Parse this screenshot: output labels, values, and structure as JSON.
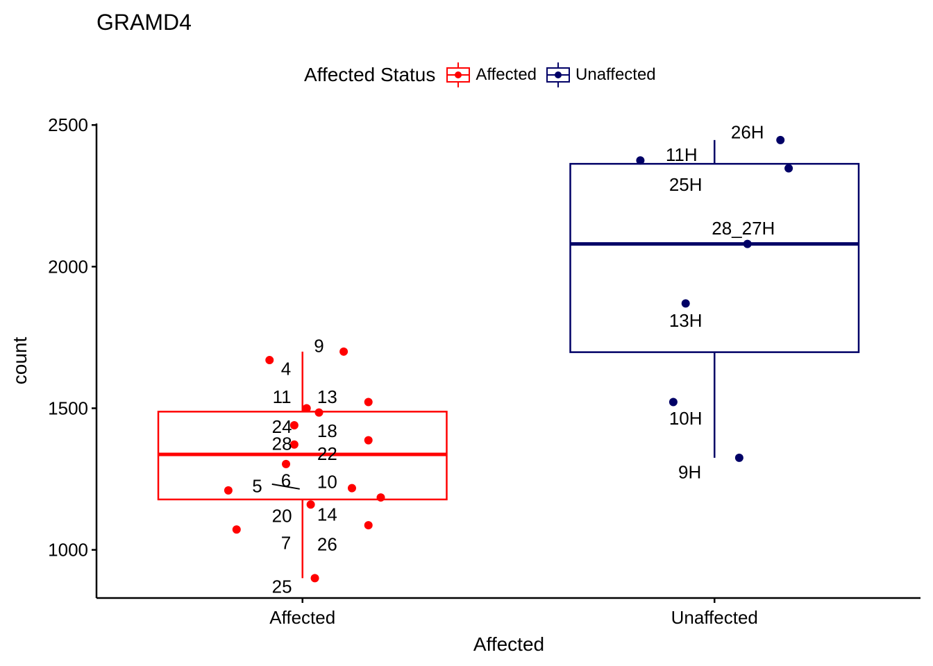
{
  "chart_data": {
    "type": "box",
    "title": "GRAMD4",
    "xlabel": "Affected",
    "ylabel": "count",
    "ylim": [
      830,
      2525
    ],
    "yticks": [
      1000,
      1500,
      2000,
      2500
    ],
    "categories": [
      "Affected",
      "Unaffected"
    ],
    "legend": {
      "title": "Affected Status",
      "placement": "top",
      "entries": [
        {
          "label": "Affected",
          "color": "#ff0000"
        },
        {
          "label": "Unaffected",
          "color": "#000066"
        }
      ]
    },
    "grid": false,
    "boxes": [
      {
        "category": "Affected",
        "color": "#ff0000",
        "whisker_low": 900,
        "q1": 1178,
        "median": 1337,
        "q3": 1488,
        "whisker_high": 1700
      },
      {
        "category": "Unaffected",
        "color": "#000066",
        "whisker_low": 1325,
        "q1": 1698,
        "median": 2080,
        "q3": 2363,
        "whisker_high": 2447
      }
    ],
    "points": [
      {
        "category": "Affected",
        "jitter": 0.1,
        "y": 1700
      },
      {
        "category": "Affected",
        "jitter": -0.08,
        "y": 1670
      },
      {
        "category": "Affected",
        "jitter": 0.16,
        "y": 1522
      },
      {
        "category": "Affected",
        "jitter": 0.01,
        "y": 1500
      },
      {
        "category": "Affected",
        "jitter": 0.04,
        "y": 1485
      },
      {
        "category": "Affected",
        "jitter": -0.02,
        "y": 1440
      },
      {
        "category": "Affected",
        "jitter": 0.16,
        "y": 1387
      },
      {
        "category": "Affected",
        "jitter": -0.02,
        "y": 1372
      },
      {
        "category": "Affected",
        "jitter": -0.04,
        "y": 1303
      },
      {
        "category": "Affected",
        "jitter": 0.12,
        "y": 1218
      },
      {
        "category": "Affected",
        "jitter": -0.18,
        "y": 1210
      },
      {
        "category": "Affected",
        "jitter": 0.19,
        "y": 1185
      },
      {
        "category": "Affected",
        "jitter": 0.02,
        "y": 1160
      },
      {
        "category": "Affected",
        "jitter": 0.16,
        "y": 1087
      },
      {
        "category": "Affected",
        "jitter": -0.16,
        "y": 1072
      },
      {
        "category": "Affected",
        "jitter": 0.03,
        "y": 900
      },
      {
        "category": "Unaffected",
        "jitter": -0.18,
        "y": 2375
      },
      {
        "category": "Unaffected",
        "jitter": 0.16,
        "y": 2447
      },
      {
        "category": "Unaffected",
        "jitter": 0.18,
        "y": 2347
      },
      {
        "category": "Unaffected",
        "jitter": 0.08,
        "y": 2080
      },
      {
        "category": "Unaffected",
        "jitter": -0.07,
        "y": 1870
      },
      {
        "category": "Unaffected",
        "jitter": -0.1,
        "y": 1522
      },
      {
        "category": "Unaffected",
        "jitter": 0.06,
        "y": 1325
      }
    ],
    "annotations": [
      {
        "text": "9",
        "category": "Affected",
        "xoff": 0.04,
        "y": 1720
      },
      {
        "text": "4",
        "category": "Affected",
        "xoff": -0.04,
        "y": 1640
      },
      {
        "text": "11",
        "category": "Affected",
        "xoff": -0.05,
        "y": 1540
      },
      {
        "text": "13",
        "category": "Affected",
        "xoff": 0.06,
        "y": 1540
      },
      {
        "text": "24",
        "category": "Affected",
        "xoff": -0.05,
        "y": 1435
      },
      {
        "text": "18",
        "category": "Affected",
        "xoff": 0.06,
        "y": 1420
      },
      {
        "text": "28",
        "category": "Affected",
        "xoff": -0.05,
        "y": 1375
      },
      {
        "text": "22",
        "category": "Affected",
        "xoff": 0.06,
        "y": 1340
      },
      {
        "text": "6",
        "category": "Affected",
        "xoff": -0.04,
        "y": 1245
      },
      {
        "text": "5",
        "category": "Affected",
        "xoff": -0.11,
        "y": 1225
      },
      {
        "text": "10",
        "category": "Affected",
        "xoff": 0.06,
        "y": 1240
      },
      {
        "text": "14",
        "category": "Affected",
        "xoff": 0.06,
        "y": 1125
      },
      {
        "text": "20",
        "category": "Affected",
        "xoff": -0.05,
        "y": 1120
      },
      {
        "text": "7",
        "category": "Affected",
        "xoff": -0.04,
        "y": 1025
      },
      {
        "text": "26",
        "category": "Affected",
        "xoff": 0.06,
        "y": 1020
      },
      {
        "text": "25",
        "category": "Affected",
        "xoff": -0.05,
        "y": 870
      },
      {
        "text": "26H",
        "category": "Unaffected",
        "xoff": 0.08,
        "y": 2475
      },
      {
        "text": "11H",
        "category": "Unaffected",
        "xoff": -0.08,
        "y": 2395
      },
      {
        "text": "25H",
        "category": "Unaffected",
        "xoff": -0.07,
        "y": 2290
      },
      {
        "text": "28_27H",
        "category": "Unaffected",
        "xoff": 0.07,
        "y": 2135
      },
      {
        "text": "13H",
        "category": "Unaffected",
        "xoff": -0.07,
        "y": 1810
      },
      {
        "text": "10H",
        "category": "Unaffected",
        "xoff": -0.07,
        "y": 1465
      },
      {
        "text": "9H",
        "category": "Unaffected",
        "xoff": -0.06,
        "y": 1275
      }
    ]
  }
}
